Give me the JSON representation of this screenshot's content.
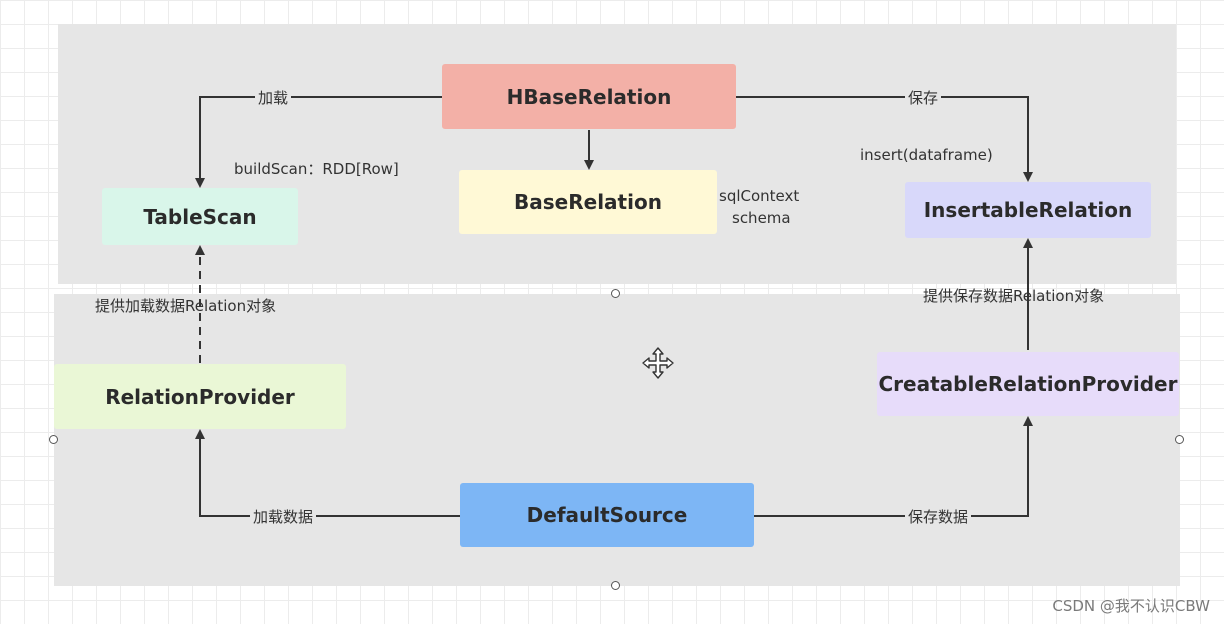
{
  "nodes": {
    "hbase_relation": "HBaseRelation",
    "base_relation": "BaseRelation",
    "table_scan": "TableScan",
    "insertable_relation": "InsertableRelation",
    "relation_provider": "RelationProvider",
    "creatable_relation_provider": "CreatableRelationProvider",
    "default_source": "DefaultSource"
  },
  "labels": {
    "load": "加载",
    "save": "保存",
    "build_scan": "buildScan：RDD[Row]",
    "insert": "insert(dataframe)",
    "sql_context": "sqlContext",
    "schema": "schema",
    "provide_load": "提供加载数据Relation对象",
    "provide_save": "提供保存数据Relation对象",
    "load_data": "加载数据",
    "save_data": "保存数据"
  },
  "watermark": "CSDN @我不认识CBW",
  "colors": {
    "hbase_relation": "#f3b0a7",
    "base_relation": "#fff9d6",
    "table_scan": "#d9f6ea",
    "insertable_relation": "#d8d8fa",
    "relation_provider": "#eaf7d6",
    "creatable_relation_provider": "#e7dcfa",
    "default_source": "#7db6f5",
    "panel": "#e6e6e6",
    "edge": "#333333"
  },
  "icons": [
    "move-icon"
  ]
}
